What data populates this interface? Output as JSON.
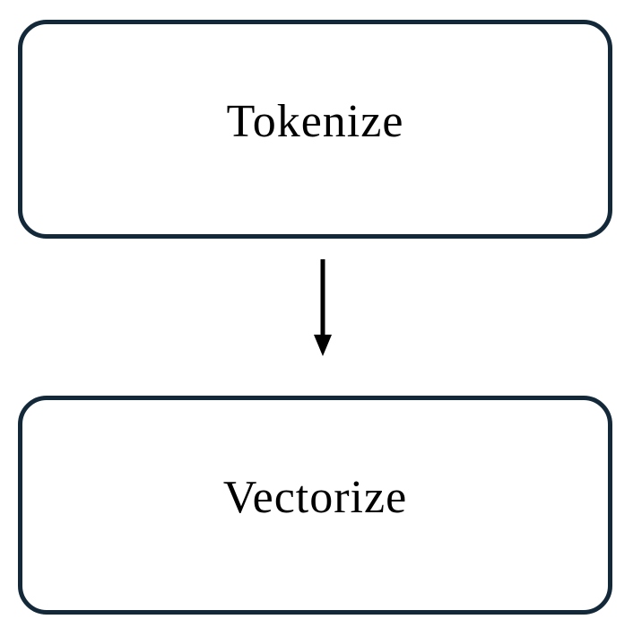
{
  "diagram": {
    "title": "",
    "nodes": [
      {
        "id": "tokenize",
        "label": "Tokenize"
      },
      {
        "id": "vectorize",
        "label": "Vectorize"
      }
    ],
    "connectors": [
      {
        "from": "tokenize",
        "to": "vectorize",
        "direction": "down",
        "style": "solid-arrow"
      }
    ],
    "colors": {
      "node_border": "#13293a",
      "node_fill": "#ffffff",
      "label_text": "#000000",
      "arrow": "#000000",
      "background": "#ffffff"
    }
  }
}
